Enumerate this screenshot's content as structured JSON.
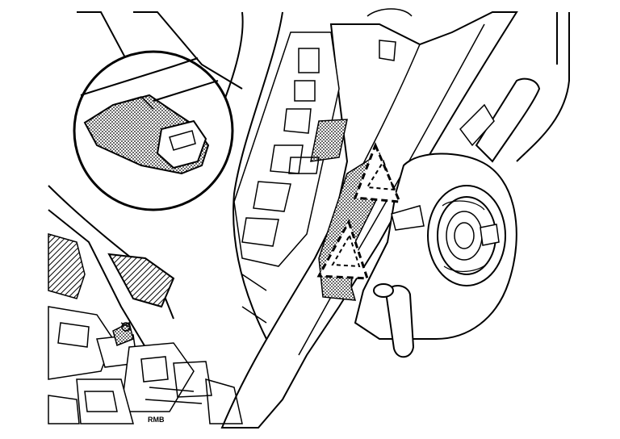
{
  "diagram": {
    "callout_code": "RMB",
    "colors": {
      "line": "#000000",
      "background": "#ffffff",
      "stipple": "#000000"
    },
    "parts": [
      "steering-column-cover",
      "combination-switch",
      "spiral-cable-ring",
      "connector-detail-circle",
      "release-tab",
      "wiring-harness",
      "dashed-arrow-upper",
      "dashed-arrow-lower",
      "lever-stub"
    ]
  }
}
